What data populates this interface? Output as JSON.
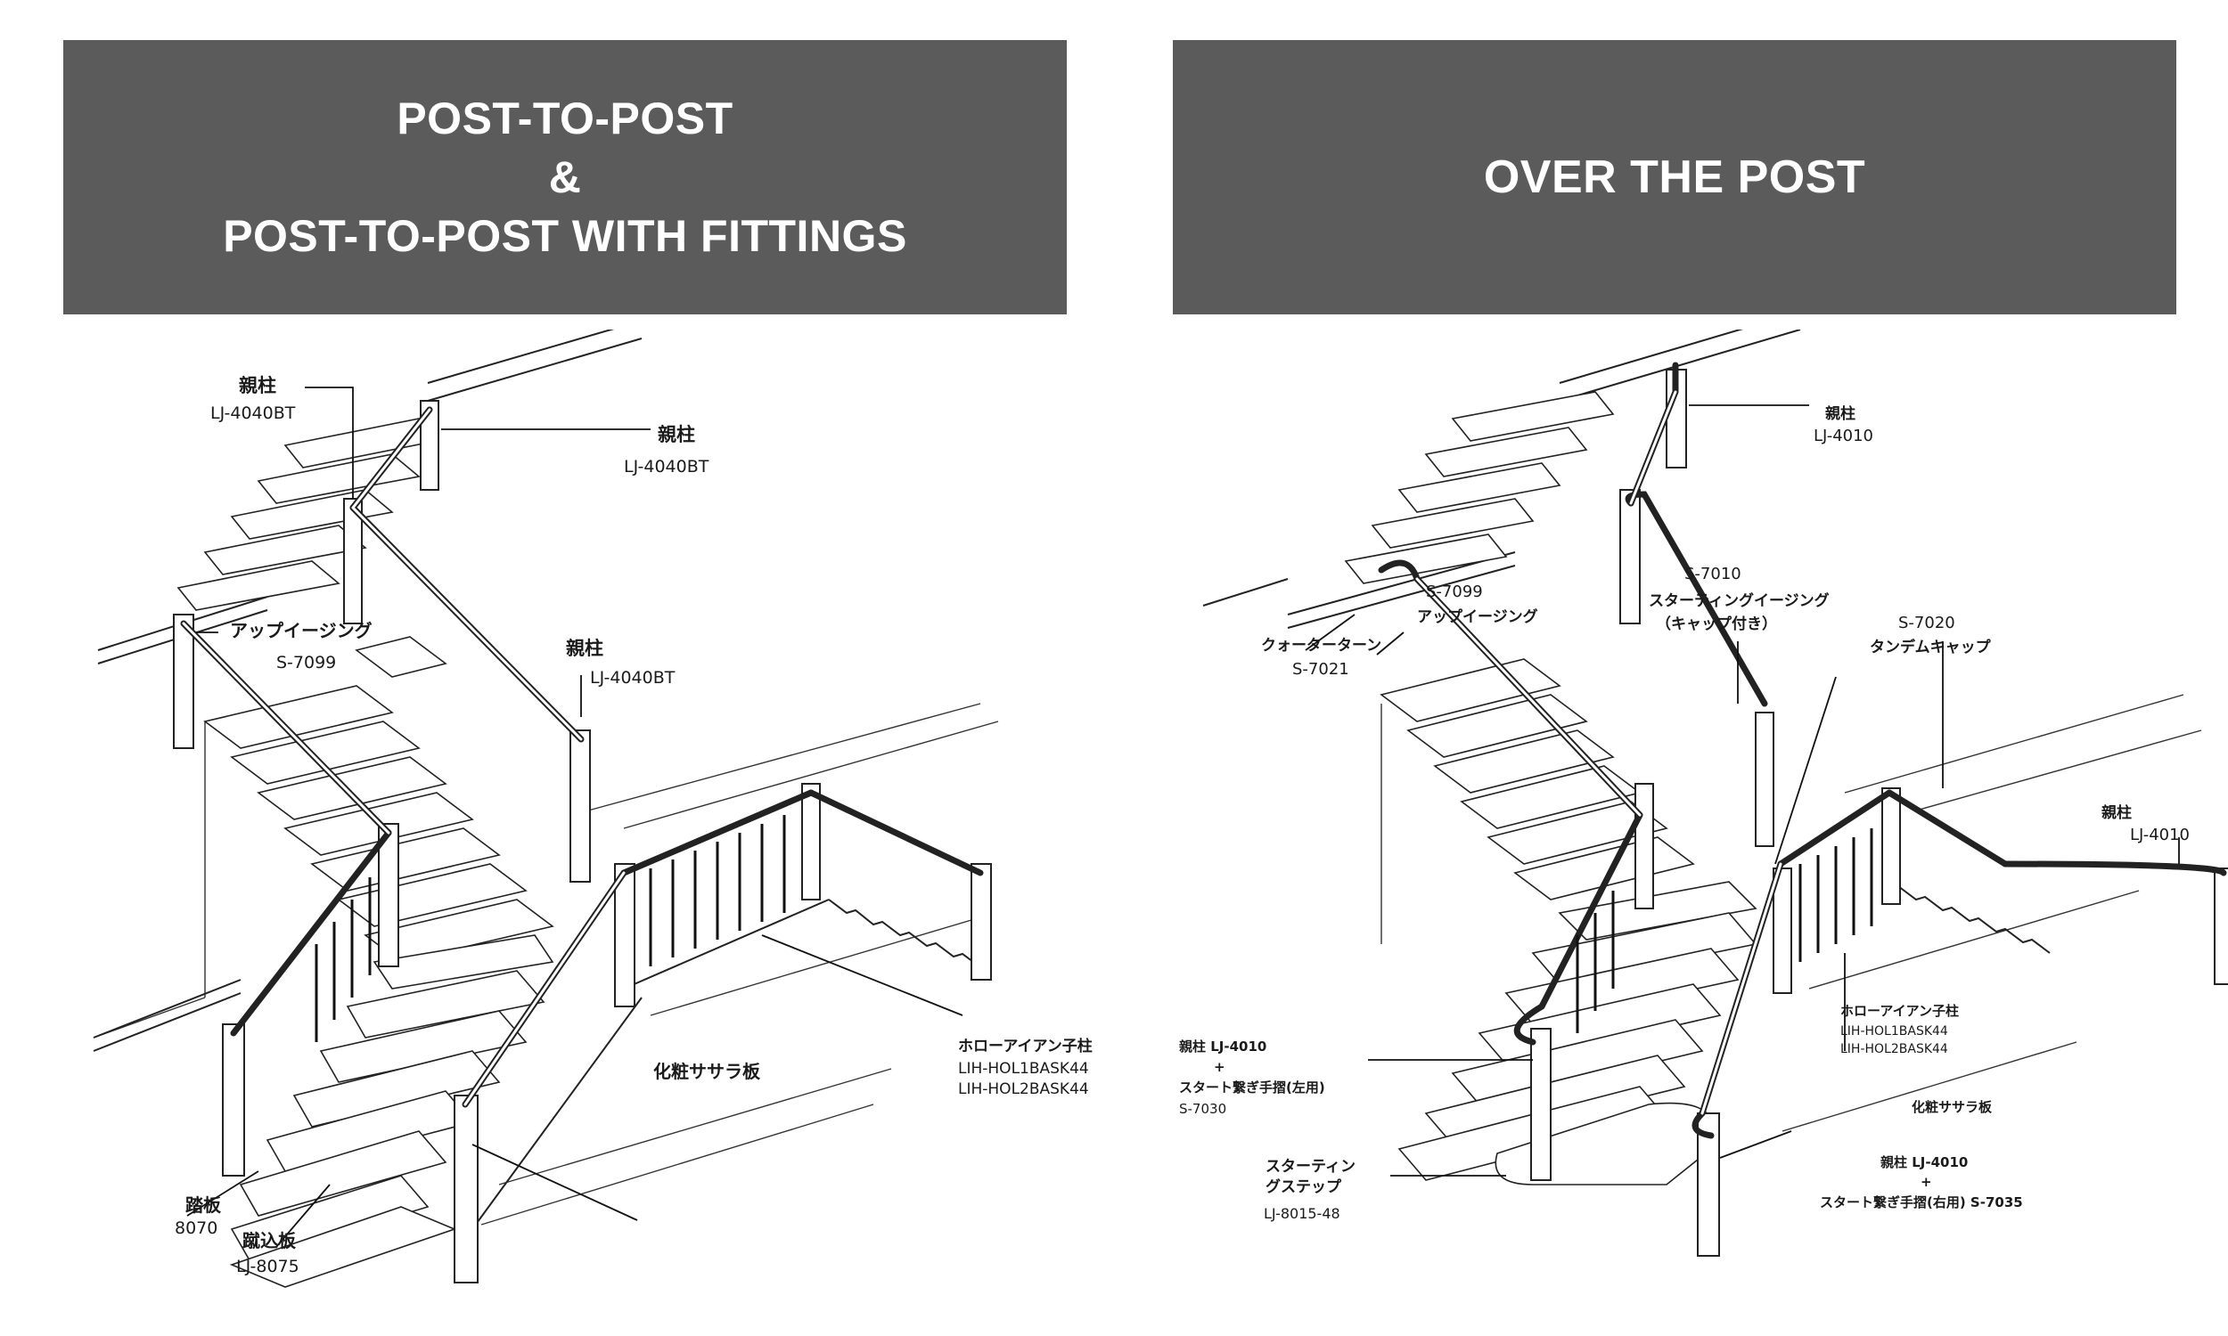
{
  "left_panel": {
    "title_lines": [
      "POST-TO-POST",
      "&",
      "POST-TO-POST WITH FITTINGS"
    ],
    "labels": {
      "newel_top_left_jp": "親柱",
      "newel_top_left_code": "LJ-4040BT",
      "newel_top_right_jp": "親柱",
      "newel_top_right_code": "LJ-4040BT",
      "upeasing_jp": "アップイージング",
      "upeasing_code": "S-7099",
      "newel_mid_jp": "親柱",
      "newel_mid_code": "LJ-4040BT",
      "baluster_jp": "ホローアイアン子柱",
      "baluster_code1": "LIH-HOL1BASK44",
      "baluster_code2": "LIH-HOL2BASK44",
      "stringer_jp": "化粧ササラ板",
      "tread_jp": "踏板",
      "tread_code": "8070",
      "riser_jp": "蹴込板",
      "riser_code": "LJ-8075"
    }
  },
  "right_panel": {
    "title_lines": [
      "OVER THE POST"
    ],
    "labels": {
      "newel_top_jp": "親柱",
      "newel_top_code": "LJ-4010",
      "s7010_code": "S-7010",
      "s7010_jp1": "スターティングイージング",
      "s7010_jp2": "（キャップ付き）",
      "s7099_code": "S-7099",
      "s7099_jp": "アップイージング",
      "quarter_jp": "クォーターターン",
      "quarter_code": "S-7021",
      "s7020_code": "S-7020",
      "s7020_jp": "タンデムキャップ",
      "newel_right_jp": "親柱",
      "newel_right_code": "LJ-4010",
      "baluster_jp": "ホローアイアン子柱",
      "baluster_code1": "LIH-HOL1BASK44",
      "baluster_code2": "LIH-HOL2BASK44",
      "stringer_jp": "化粧ササラ板",
      "start_left_line1": "親柱 LJ-4010",
      "start_left_line2": "+",
      "start_left_line3": "スタート繋ぎ手摺(左用)",
      "start_left_line4": "S-7030",
      "start_step_jp1": "スターティン",
      "start_step_jp2": "グステップ",
      "start_step_code": "LJ-8015-48",
      "start_right_line1": "親柱 LJ-4010",
      "start_right_line2": "+",
      "start_right_line3": "スタート繋ぎ手摺(右用) S-7035"
    }
  },
  "colors": {
    "banner_bg": "#5b5b5b",
    "banner_text": "#ffffff",
    "line": "#222222"
  }
}
